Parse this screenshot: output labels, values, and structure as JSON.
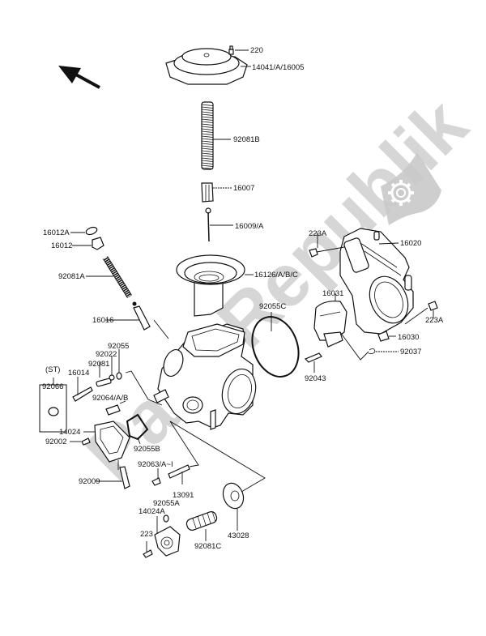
{
  "diagram": {
    "title": "Carburetor Parts Diagram",
    "watermark_text": "PartsRepublik",
    "watermark_color": "#c9c9c9",
    "direction_indicator": "front-arrow-icon",
    "logo_icon": "gear-icon"
  },
  "labels": {
    "p220": "220",
    "p14041": "14041/A/16005",
    "p92081B": "92081B",
    "p16007": "16007",
    "p16009": "16009/A",
    "p16012A": "16012A",
    "p16012": "16012",
    "p92081A": "92081A",
    "p16126": "16126/A/B/C",
    "p16016": "16016",
    "p92055C": "92055C",
    "p223A_top": "223A",
    "p16020": "16020",
    "p16031": "16031",
    "p223A_right": "223A",
    "p16030": "16030",
    "p92037": "92037",
    "p92043": "92043",
    "p92055": "92055",
    "p92022": "92022",
    "p92081": "92081",
    "pST": "(ST)",
    "p16014": "16014",
    "p92066": "92066",
    "p92064": "92064/A/B",
    "p14024": "14024",
    "p92002": "92002",
    "p92055B": "92055B",
    "p92009": "92009",
    "p92063": "92063/A~I",
    "p13091": "13091",
    "p92055A": "92055A",
    "p14024A": "14024A",
    "p223": "223",
    "p92081C": "92081C",
    "p43028": "43028"
  }
}
